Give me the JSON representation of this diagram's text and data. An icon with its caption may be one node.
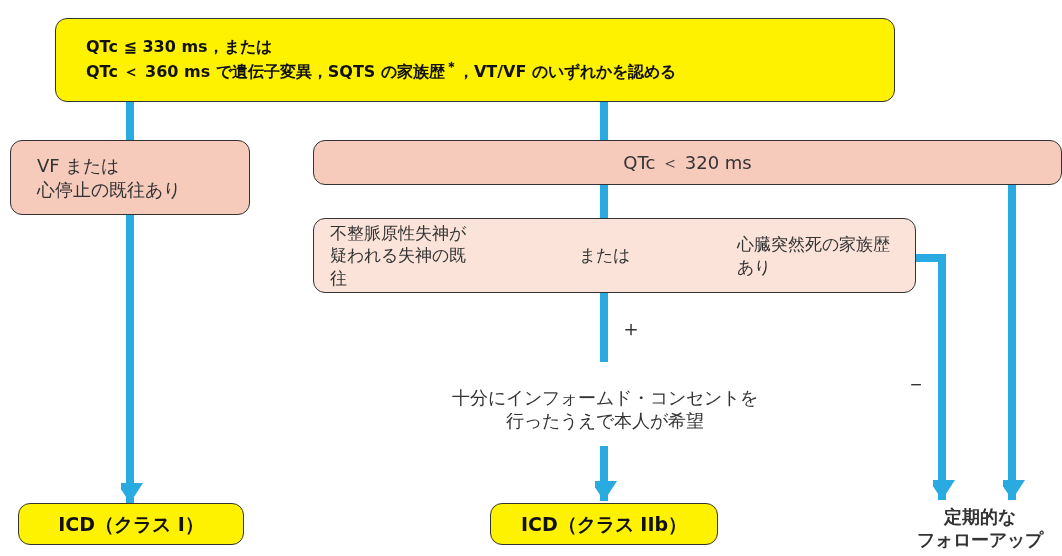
{
  "diagram": {
    "nodes": [
      {
        "text": [
          "QTc ≦ 330 ms，または",
          "QTc ＜ 360 ms で遺伝子変異，SQTS の家族歴$^{＊}$，VT/VF のいずれかを認める"
        ]
      },
      {
        "text": [
          "VF または",
          "心停止の既往あり"
        ]
      },
      {
        "text": [
          "QTc ＜ 320 ms"
        ]
      },
      {
        "text": [
          "不整脈原性失神が疑われる失神の既往",
          "または",
          "心臓突然死の家族歴あり"
        ]
      },
      {
        "text": [
          "十分にインフォームド・コンセントを行ったうえで本人が希望"
        ]
      },
      {
        "text": [
          "ICD（クラス I）"
        ]
      },
      {
        "text": [
          "ICD（クラス IIb）"
        ]
      },
      {
        "text": [
          "定期的な",
          "フォローアップ"
        ]
      }
    ],
    "edges": [
      {
        "from": 0,
        "to": 1,
        "arrow": "none"
      },
      {
        "from": 1,
        "to": 5,
        "arrow": "to"
      },
      {
        "from": 0,
        "to": 2,
        "arrow": "none"
      },
      {
        "from": 2,
        "to": 3,
        "arrow": "none"
      },
      {
        "from": 3,
        "to": 4,
        "arrow": "none",
        "label": "＋"
      },
      {
        "from": 4,
        "to": 6,
        "arrow": "to"
      },
      {
        "from": 3,
        "to": 7,
        "arrow": "to",
        "label": "－"
      },
      {
        "from": 2,
        "to": 7,
        "arrow": "to"
      }
    ]
  }
}
